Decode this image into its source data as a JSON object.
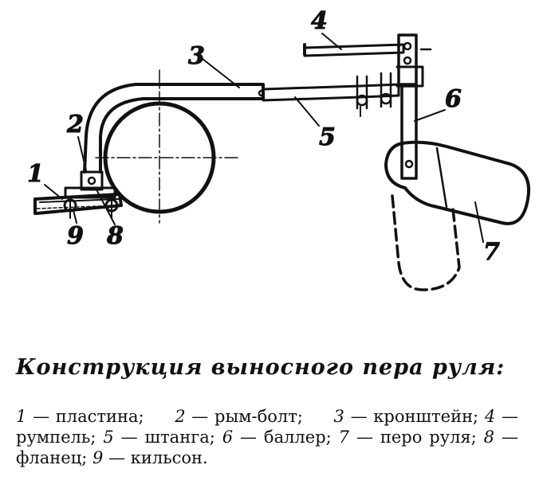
{
  "caption": "Конструкция выносного пера руля:",
  "legend": [
    {
      "num": "1",
      "text": "— пластина;"
    },
    {
      "num": "2",
      "text": "— рым-болт;"
    },
    {
      "num": "3",
      "text": "— кронштейн;"
    },
    {
      "num": "4",
      "text": "— румпель;"
    },
    {
      "num": "5",
      "text": "— штанга;"
    },
    {
      "num": "6",
      "text": "— баллер;"
    },
    {
      "num": "7",
      "text": "— перо руля;"
    },
    {
      "num": "8",
      "text": "— фланец;"
    },
    {
      "num": "9",
      "text": "— кильсон."
    }
  ],
  "callouts": [
    "1",
    "2",
    "3",
    "4",
    "5",
    "6",
    "7",
    "8",
    "9"
  ]
}
